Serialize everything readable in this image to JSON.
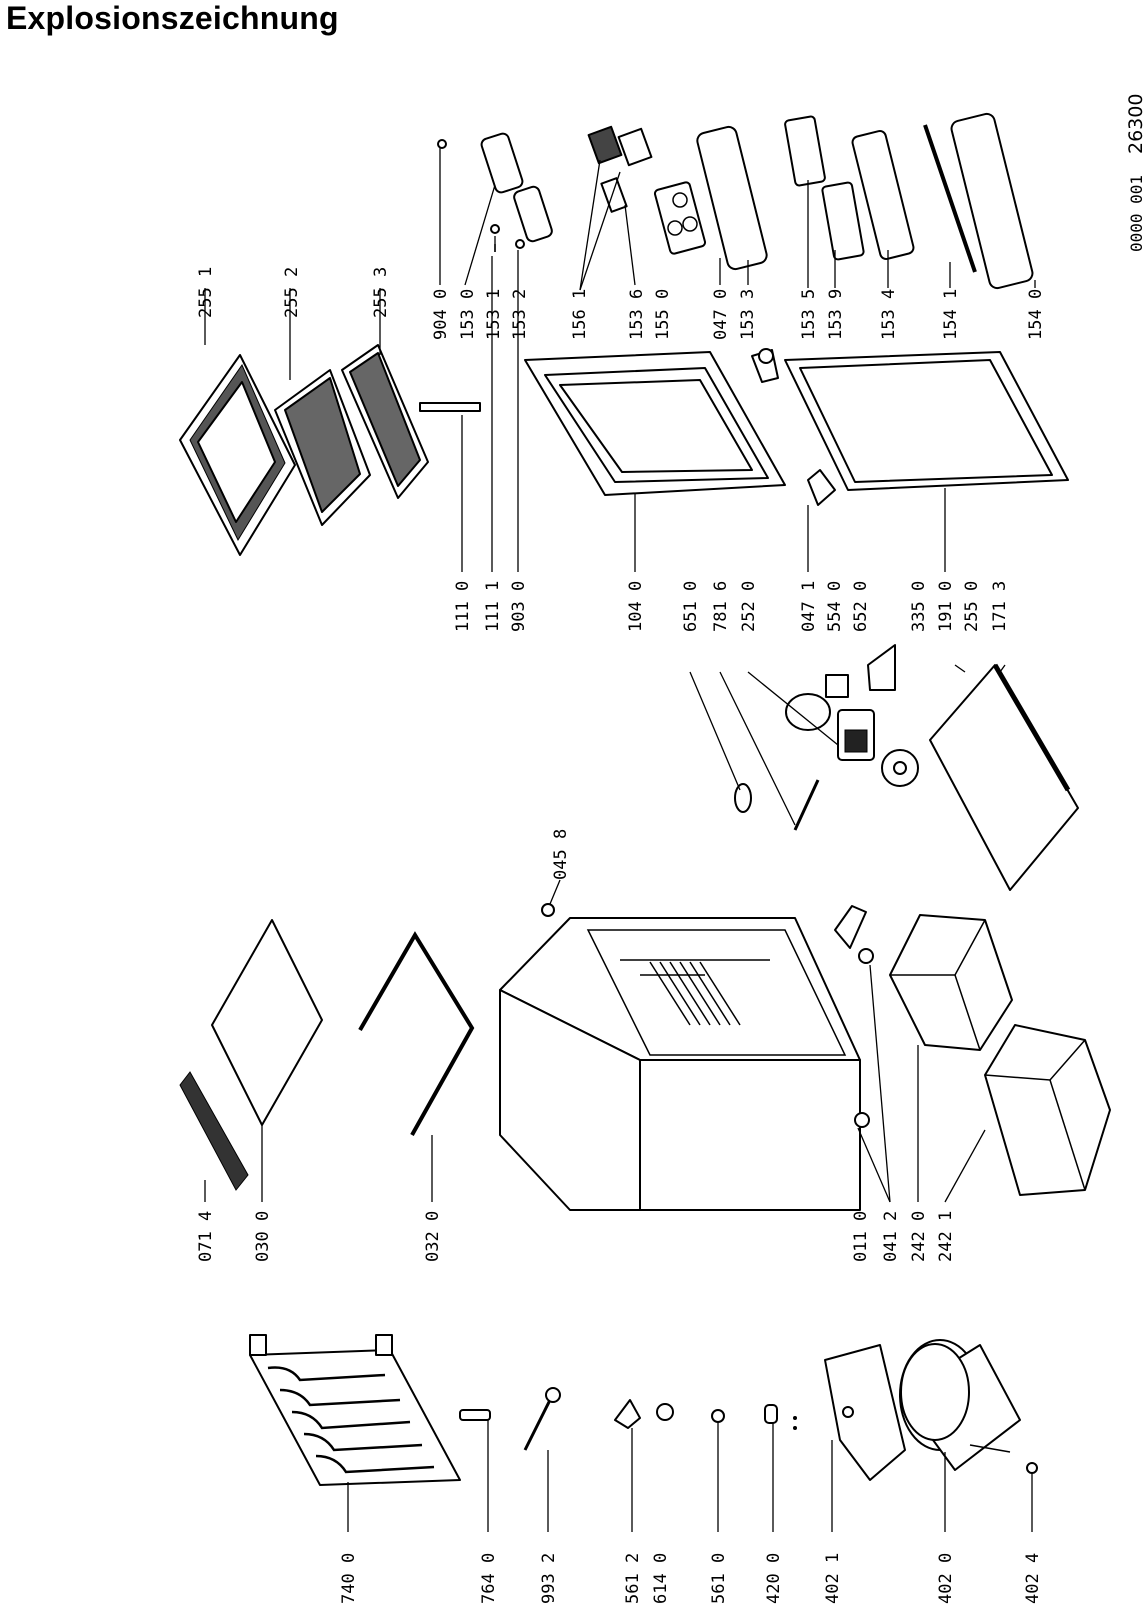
{
  "title": "Explosionszeichnung",
  "document_code": "0000 001",
  "drawing_number": "26300",
  "part_labels": [
    {
      "id": "p01",
      "text": "255 1"
    },
    {
      "id": "p02",
      "text": "255 2"
    },
    {
      "id": "p03",
      "text": "255 3"
    },
    {
      "id": "p04",
      "text": "904 0"
    },
    {
      "id": "p05",
      "text": "153 0"
    },
    {
      "id": "p06",
      "text": "153 1"
    },
    {
      "id": "p07",
      "text": "153 2"
    },
    {
      "id": "p08",
      "text": "156 1"
    },
    {
      "id": "p09",
      "text": "153 6"
    },
    {
      "id": "p10",
      "text": "155 0"
    },
    {
      "id": "p11",
      "text": "047 0"
    },
    {
      "id": "p12",
      "text": "153 3"
    },
    {
      "id": "p13",
      "text": "153 5"
    },
    {
      "id": "p14",
      "text": "153 9"
    },
    {
      "id": "p15",
      "text": "153 4"
    },
    {
      "id": "p16",
      "text": "154 1"
    },
    {
      "id": "p17",
      "text": "154 0"
    },
    {
      "id": "p18",
      "text": "111 0"
    },
    {
      "id": "p19",
      "text": "111 1"
    },
    {
      "id": "p20",
      "text": "903 0"
    },
    {
      "id": "p21",
      "text": "104 0"
    },
    {
      "id": "p22",
      "text": "651 0"
    },
    {
      "id": "p23",
      "text": "781 6"
    },
    {
      "id": "p24",
      "text": "252 0"
    },
    {
      "id": "p25",
      "text": "047 1"
    },
    {
      "id": "p26",
      "text": "554 0"
    },
    {
      "id": "p27",
      "text": "652 0"
    },
    {
      "id": "p28",
      "text": "335 0"
    },
    {
      "id": "p29",
      "text": "191 0"
    },
    {
      "id": "p30",
      "text": "255 0"
    },
    {
      "id": "p31",
      "text": "171 3"
    },
    {
      "id": "p32",
      "text": "045 8"
    },
    {
      "id": "p33",
      "text": "071 4"
    },
    {
      "id": "p34",
      "text": "030 0"
    },
    {
      "id": "p35",
      "text": "032 0"
    },
    {
      "id": "p36",
      "text": "011 0"
    },
    {
      "id": "p37",
      "text": "041 2"
    },
    {
      "id": "p38",
      "text": "242 0"
    },
    {
      "id": "p39",
      "text": "242 1"
    },
    {
      "id": "p40",
      "text": "740 0"
    },
    {
      "id": "p41",
      "text": "764 0"
    },
    {
      "id": "p42",
      "text": "993 2"
    },
    {
      "id": "p43",
      "text": "561 2"
    },
    {
      "id": "p44",
      "text": "614 0"
    },
    {
      "id": "p45",
      "text": "561 0"
    },
    {
      "id": "p46",
      "text": "420 0"
    },
    {
      "id": "p47",
      "text": "402 1"
    },
    {
      "id": "p48",
      "text": "402 0"
    },
    {
      "id": "p49",
      "text": "402 4"
    }
  ]
}
